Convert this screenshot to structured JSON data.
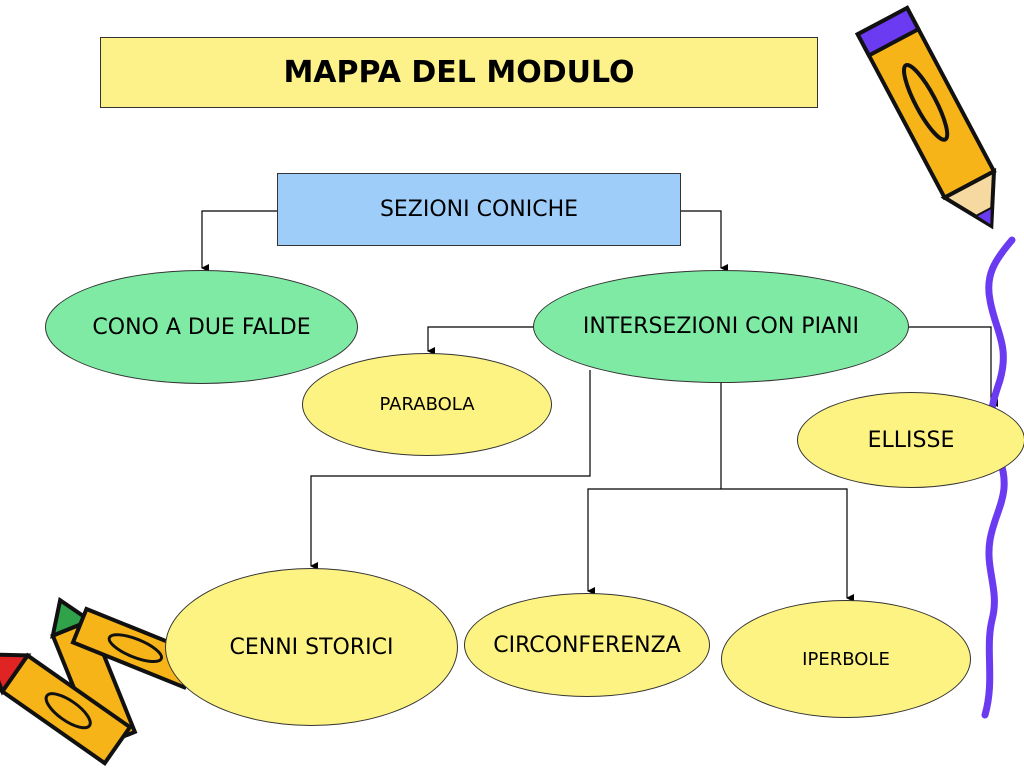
{
  "title": "MAPPA DEL MODULO",
  "root": "SEZIONI CONICHE",
  "nodes": {
    "cono": "CONO A DUE FALDE",
    "intersezioni": "INTERSEZIONI CON PIANI",
    "parabola": "PARABOLA",
    "ellisse": "ELLISSE",
    "cenni": "CENNI STORICI",
    "circonferenza": "CIRCONFERENZA",
    "iperbole": "IPERBOLE"
  },
  "colors": {
    "title_fill": "#fdf18a",
    "root_fill": "#9fcdfa",
    "green_node": "#7eeaa3",
    "yellow_node": "#fdf383",
    "squiggle": "#6a3bf0",
    "pencil_body": "#f7b418"
  },
  "icons": [
    "pencil-icon",
    "crayons-icon",
    "squiggle-line"
  ]
}
